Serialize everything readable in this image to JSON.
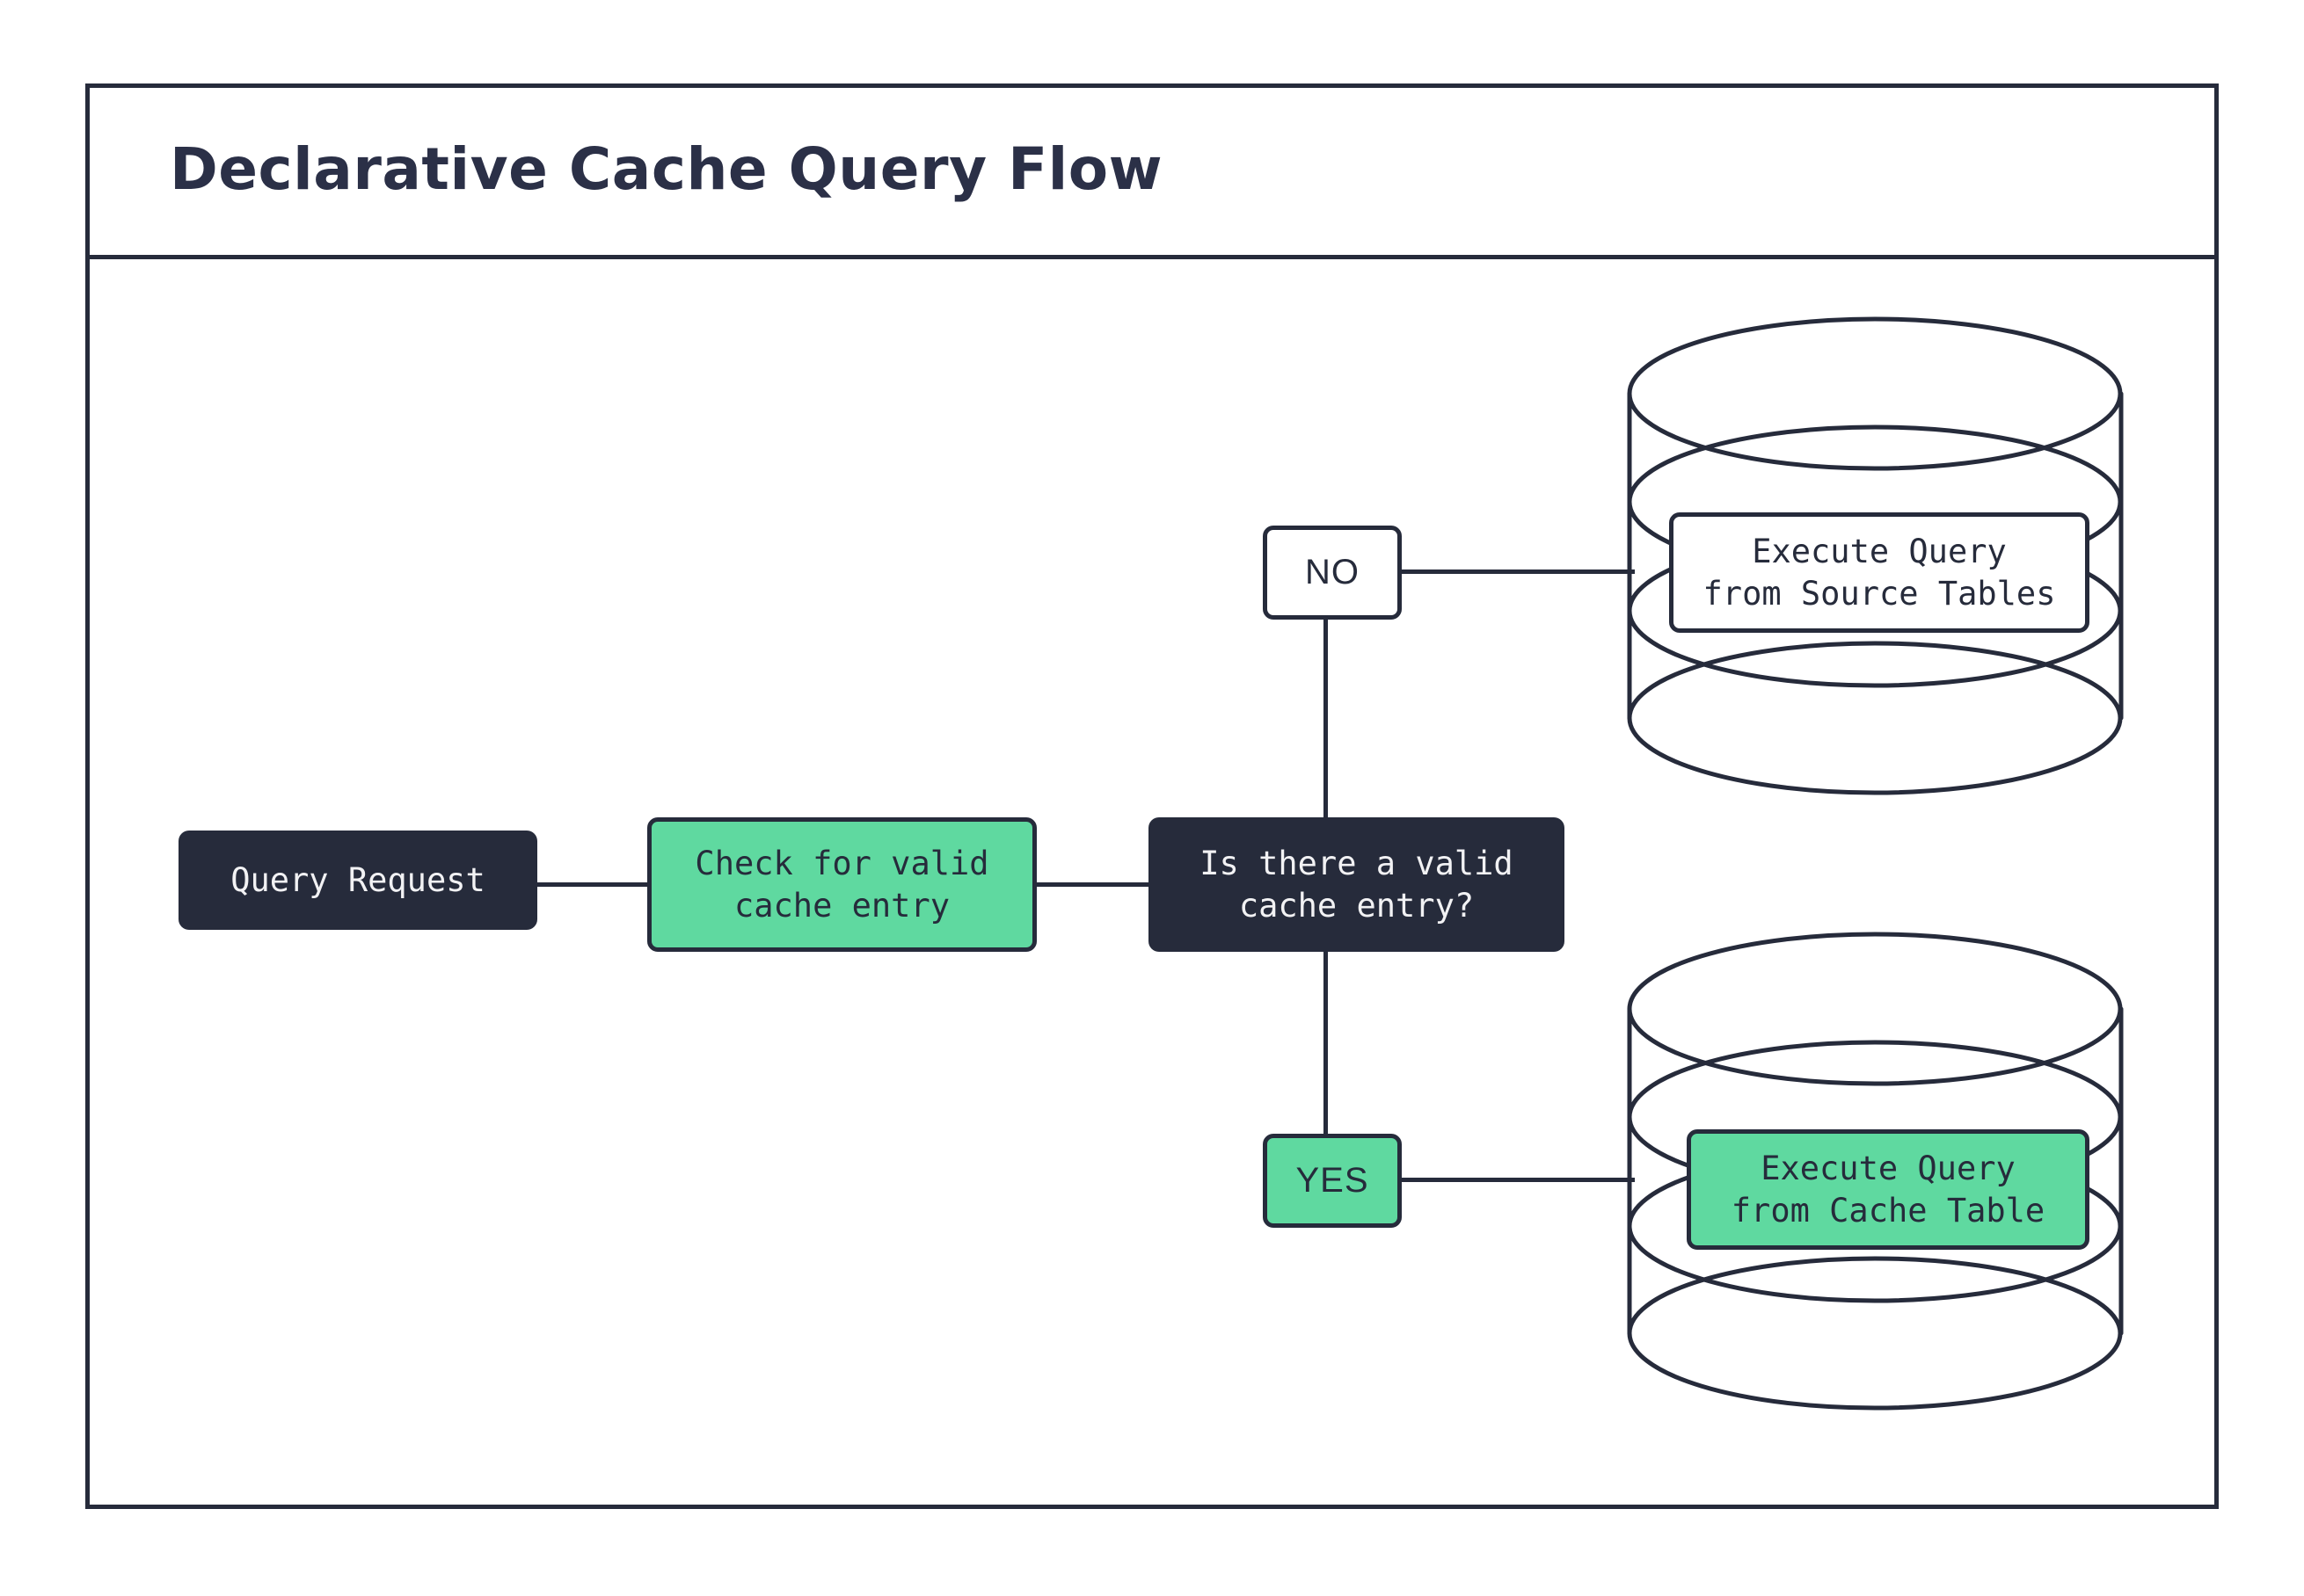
{
  "diagram": {
    "title": "Declarative Cache Query Flow",
    "theme": {
      "background": "#ffffff",
      "ink": "#262b3b",
      "accent_green": "#5fd9a0",
      "dark_fill": "#262b3b",
      "light_fill": "#ffffff"
    },
    "nodes": [
      {
        "id": "query-request",
        "label": "Query Request",
        "shape": "rounded-rect",
        "style": "dark"
      },
      {
        "id": "check-cache",
        "label": "Check for valid\ncache entry",
        "shape": "rounded-rect",
        "style": "green"
      },
      {
        "id": "decision",
        "label": "Is there a valid\ncache entry?",
        "shape": "rounded-rect",
        "style": "dark"
      },
      {
        "id": "source-label",
        "label": "Execute Query\nfrom Source Tables",
        "shape": "rounded-rect",
        "style": "white"
      },
      {
        "id": "cache-label",
        "label": "Execute Query\nfrom Cache Table",
        "shape": "rounded-rect",
        "style": "green"
      }
    ],
    "edge_labels": [
      {
        "id": "no",
        "label": "NO",
        "style": "white"
      },
      {
        "id": "yes",
        "label": "YES",
        "style": "green"
      }
    ],
    "databases": [
      {
        "id": "source-db",
        "contains": "Execute Query\nfrom Source Tables",
        "layers": 3
      },
      {
        "id": "cache-db",
        "contains": "Execute Query\nfrom Cache Table",
        "layers": 3
      }
    ],
    "edges": [
      {
        "from": "query-request",
        "to": "check-cache",
        "label": ""
      },
      {
        "from": "check-cache",
        "to": "decision",
        "label": ""
      },
      {
        "from": "decision",
        "to": "source-db",
        "label": "NO"
      },
      {
        "from": "decision",
        "to": "cache-db",
        "label": "YES"
      }
    ]
  }
}
